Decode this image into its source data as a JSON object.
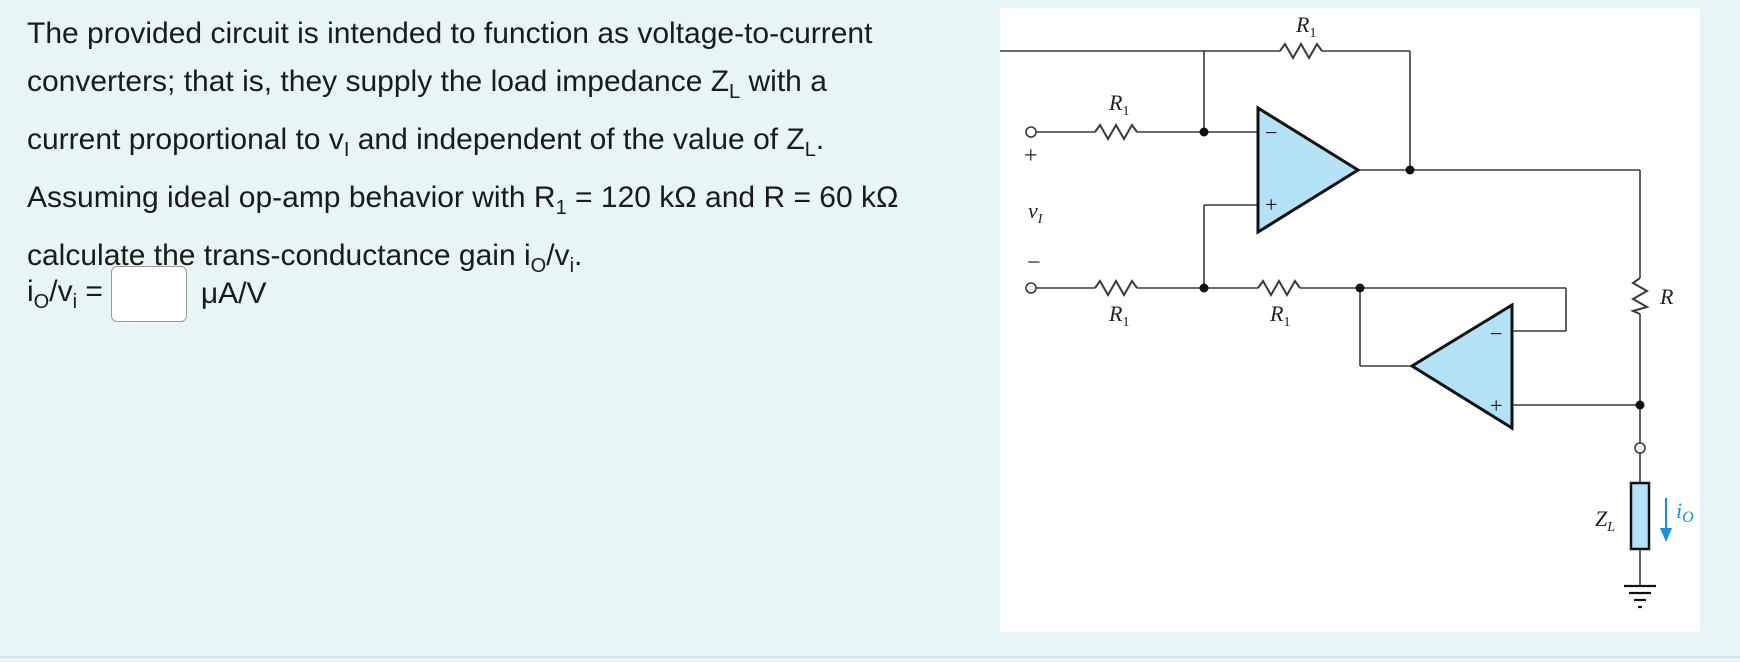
{
  "question": {
    "line1": "The provided circuit is intended to function as voltage-to-current",
    "line2": "converters; that is, they supply the load impedance Z",
    "line2_sub": "L",
    "line2_end": " with a",
    "line3_a": "current proportional to v",
    "line3_sub1": "I",
    "line3_b": " and independent of the value of Z",
    "line3_sub2": "L",
    "line3_end": ".",
    "line4_a": "Assuming ideal op-amp behavior with R",
    "line4_sub": "1",
    "line4_b": " = 120 kΩ and R = 60 kΩ",
    "line5_a": "calculate the trans-conductance gain i",
    "line5_sub1": "O",
    "line5_b": "/v",
    "line5_sub2": "i",
    "line5_end": "."
  },
  "answer": {
    "label_a": "i",
    "label_sub1": "O",
    "label_b": "/v",
    "label_sub2": "i",
    "label_eq": " =",
    "value": "",
    "unit": "μA/V"
  },
  "circuit": {
    "r1_main": "R",
    "r1_sub": "1",
    "r_label": "R",
    "zl_main": "Z",
    "zl_sub": "L",
    "io_main": "i",
    "io_sub": "O",
    "vi_main": "v",
    "vi_sub": "I",
    "plus": "+",
    "minus": "−",
    "colors": {
      "opamp_fill": "#b3e2f7",
      "zl_fill": "#b3e2f7",
      "current_arrow": "#1a8fd9",
      "wire": "#3a3a3a"
    }
  }
}
